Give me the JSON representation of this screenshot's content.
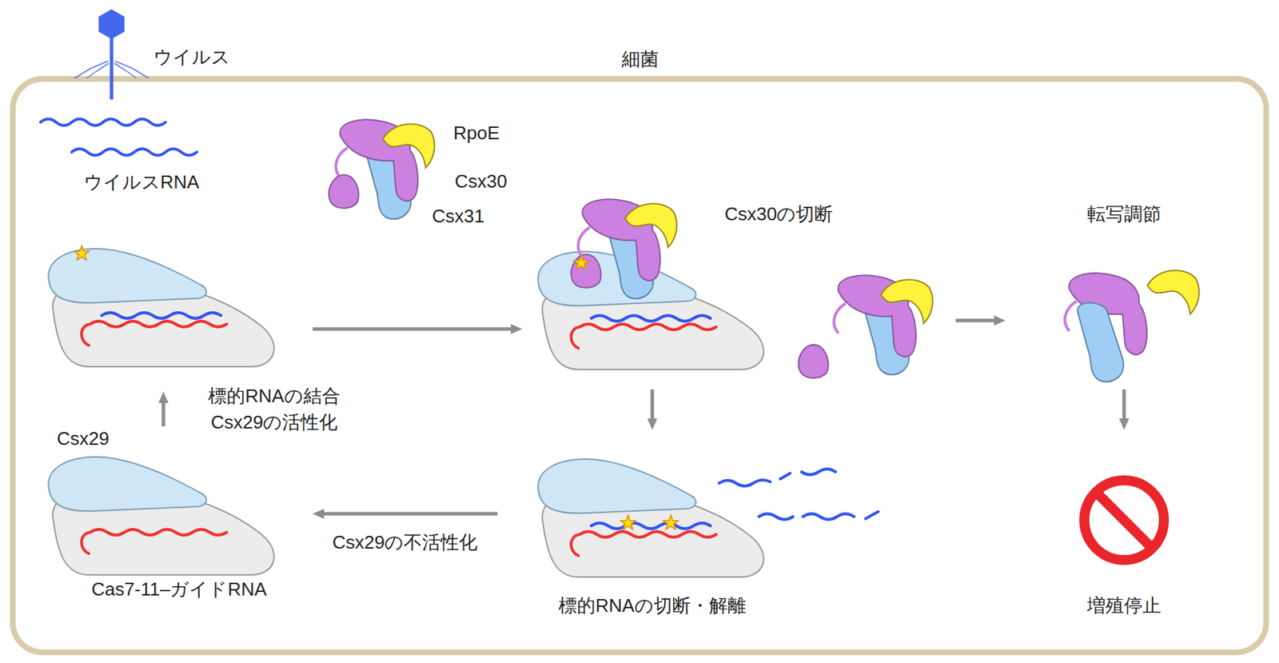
{
  "diagram": {
    "nodes": [
      {
        "text": [
          "細菌"
        ]
      },
      {
        "text": [
          "ウイルス"
        ]
      },
      {
        "text": [
          "ウイルスRNA"
        ],
        "in": 0
      },
      {
        "text": [
          "RpoE",
          "Csx30",
          "Csx31"
        ],
        "in": 0
      },
      {
        "text": [],
        "in": 0
      },
      {
        "text": [
          "Csx30の切断"
        ],
        "in": 0
      },
      {
        "text": [
          "転写調節"
        ],
        "in": 0
      },
      {
        "text": [
          "Csx29",
          "Cas7-11–ガイドRNA"
        ],
        "in": 0
      },
      {
        "text": [
          "標的RNAの切断・解離"
        ],
        "in": 0
      },
      {
        "text": [
          "増殖停止"
        ],
        "in": 0
      }
    ],
    "edges": [
      {
        "from": 7,
        "to": 4,
        "arrow": "to",
        "label": "標的RNAの結合 Csx29の活性化"
      },
      {
        "from": 4,
        "to": 5,
        "arrow": "to"
      },
      {
        "from": 5,
        "to": 8,
        "arrow": "to"
      },
      {
        "from": 8,
        "to": 7,
        "arrow": "to",
        "label": "Csx29の不活性化"
      },
      {
        "from": 5,
        "to": 6,
        "arrow": "to"
      },
      {
        "from": 6,
        "to": 9,
        "arrow": "to"
      }
    ]
  }
}
